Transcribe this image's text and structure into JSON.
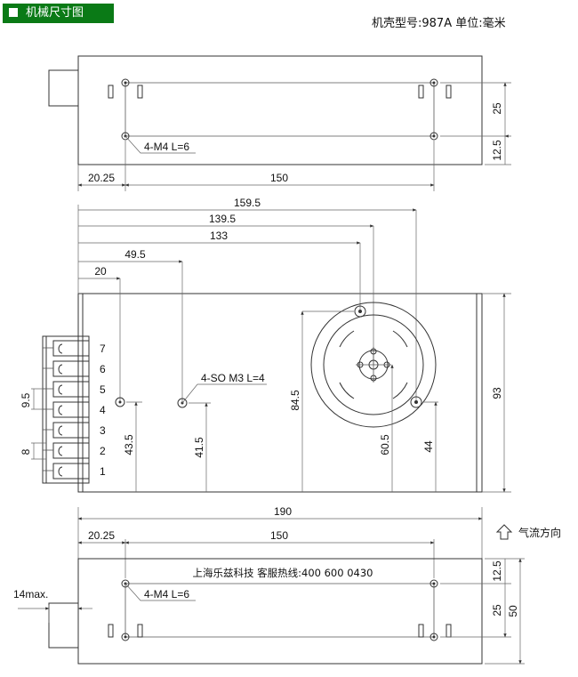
{
  "header": {
    "badge_label": "机械尺寸图",
    "model_text": "机壳型号:987A  单位:毫米"
  },
  "colors": {
    "badge_bg": "#0a7a16",
    "line": "#333333"
  },
  "top_view": {
    "dim_25": "25",
    "dim_12_5": "12.5",
    "dim_20_25": "20.25",
    "dim_150": "150",
    "hole_label": "4-M4 L=6"
  },
  "front_view": {
    "dim_159_5": "159.5",
    "dim_139_5": "139.5",
    "dim_133": "133",
    "dim_49_5": "49.5",
    "dim_20": "20",
    "dim_93": "93",
    "dim_84_5": "84.5",
    "dim_60_5": "60.5",
    "dim_44": "44",
    "dim_43_5": "43.5",
    "dim_41_5": "41.5",
    "dim_9_5": "9.5",
    "dim_8": "8",
    "hole_label": "4-SO M3 L=4",
    "terminals": [
      "7",
      "6",
      "5",
      "4",
      "3",
      "2",
      "1"
    ]
  },
  "bottom_view": {
    "dim_190": "190",
    "airflow_label": "气流方向",
    "dim_20_25": "20.25",
    "dim_150": "150",
    "company_text": "上海乐兹科技 客服热线:400 600 0430",
    "dim_12_5": "12.5",
    "dim_25": "25",
    "dim_50": "50",
    "dim_14max": "14max.",
    "hole_label": "4-M4 L=6"
  }
}
